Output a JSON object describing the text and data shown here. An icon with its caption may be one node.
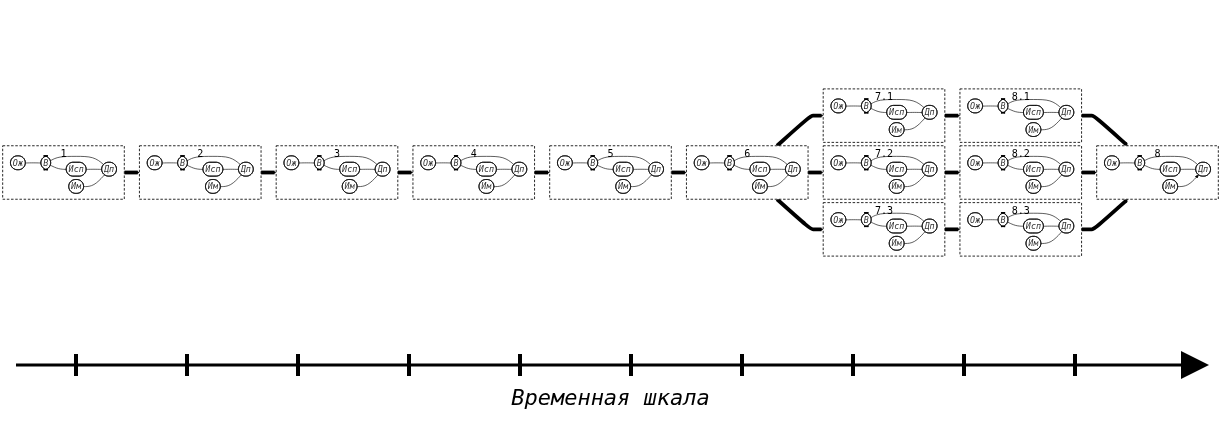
{
  "diagram": {
    "nodes": [
      {
        "text": [
          "1"
        ]
      },
      {
        "text": [
          "Ож"
        ],
        "in": 0
      },
      {
        "text": [
          "В"
        ],
        "in": 0
      },
      {
        "text": [
          "Исп"
        ],
        "in": 0
      },
      {
        "text": [
          "Им"
        ],
        "in": 0
      },
      {
        "text": [
          "Дп"
        ],
        "in": 0
      },
      {
        "text": [
          "2"
        ]
      },
      {
        "text": [
          "Ож"
        ],
        "in": 6
      },
      {
        "text": [
          "В"
        ],
        "in": 6
      },
      {
        "text": [
          "Исп"
        ],
        "in": 6
      },
      {
        "text": [
          "Им"
        ],
        "in": 6
      },
      {
        "text": [
          "Дп"
        ],
        "in": 6
      },
      {
        "text": [
          "3"
        ]
      },
      {
        "text": [
          "Ож"
        ],
        "in": 12
      },
      {
        "text": [
          "В"
        ],
        "in": 12
      },
      {
        "text": [
          "Исп"
        ],
        "in": 12
      },
      {
        "text": [
          "Им"
        ],
        "in": 12
      },
      {
        "text": [
          "Дп"
        ],
        "in": 12
      },
      {
        "text": [
          "4"
        ]
      },
      {
        "text": [
          "Ож"
        ],
        "in": 18
      },
      {
        "text": [
          "В"
        ],
        "in": 18
      },
      {
        "text": [
          "Исп"
        ],
        "in": 18
      },
      {
        "text": [
          "Им"
        ],
        "in": 18
      },
      {
        "text": [
          "Дп"
        ],
        "in": 18
      },
      {
        "text": [
          "5"
        ]
      },
      {
        "text": [
          "Ож"
        ],
        "in": 24
      },
      {
        "text": [
          "В"
        ],
        "in": 24
      },
      {
        "text": [
          "Исп"
        ],
        "in": 24
      },
      {
        "text": [
          "Им"
        ],
        "in": 24
      },
      {
        "text": [
          "Дп"
        ],
        "in": 24
      },
      {
        "text": [
          "6"
        ]
      },
      {
        "text": [
          "Ож"
        ],
        "in": 30
      },
      {
        "text": [
          "В"
        ],
        "in": 30
      },
      {
        "text": [
          "Исп"
        ],
        "in": 30
      },
      {
        "text": [
          "Им"
        ],
        "in": 30
      },
      {
        "text": [
          "Дп"
        ],
        "in": 30
      },
      {
        "text": [
          "7.1"
        ]
      },
      {
        "text": [
          "Ож"
        ],
        "in": 36
      },
      {
        "text": [
          "В"
        ],
        "in": 36
      },
      {
        "text": [
          "Исп"
        ],
        "in": 36
      },
      {
        "text": [
          "Им"
        ],
        "in": 36
      },
      {
        "text": [
          "Дп"
        ],
        "in": 36
      },
      {
        "text": [
          "8.1"
        ]
      },
      {
        "text": [
          "Ож"
        ],
        "in": 42
      },
      {
        "text": [
          "В"
        ],
        "in": 42
      },
      {
        "text": [
          "Исп"
        ],
        "in": 42
      },
      {
        "text": [
          "Им"
        ],
        "in": 42
      },
      {
        "text": [
          "Дп"
        ],
        "in": 42
      },
      {
        "text": [
          "7.2"
        ]
      },
      {
        "text": [
          "Ож"
        ],
        "in": 48
      },
      {
        "text": [
          "В"
        ],
        "in": 48
      },
      {
        "text": [
          "Исп"
        ],
        "in": 48
      },
      {
        "text": [
          "Им"
        ],
        "in": 48
      },
      {
        "text": [
          "Дп"
        ],
        "in": 48
      },
      {
        "text": [
          "8.2"
        ]
      },
      {
        "text": [
          "Ож"
        ],
        "in": 54
      },
      {
        "text": [
          "В"
        ],
        "in": 54
      },
      {
        "text": [
          "Исп"
        ],
        "in": 54
      },
      {
        "text": [
          "Им"
        ],
        "in": 54
      },
      {
        "text": [
          "Дп"
        ],
        "in": 54
      },
      {
        "text": [
          "8"
        ]
      },
      {
        "text": [
          "Ож"
        ],
        "in": 60
      },
      {
        "text": [
          "В"
        ],
        "in": 60
      },
      {
        "text": [
          "Исп"
        ],
        "in": 60
      },
      {
        "text": [
          "Им"
        ],
        "in": 60
      },
      {
        "text": [
          "Дп"
        ],
        "in": 60
      },
      {
        "text": [
          "7.3"
        ]
      },
      {
        "text": [
          "Ож"
        ],
        "in": 66
      },
      {
        "text": [
          "В"
        ],
        "in": 66
      },
      {
        "text": [
          "Исп"
        ],
        "in": 66
      },
      {
        "text": [
          "Им"
        ],
        "in": 66
      },
      {
        "text": [
          "Дп"
        ],
        "in": 66
      },
      {
        "text": [
          "8.3"
        ]
      },
      {
        "text": [
          "Ож"
        ],
        "in": 72
      },
      {
        "text": [
          "В"
        ],
        "in": 72
      },
      {
        "text": [
          "Исп"
        ],
        "in": 72
      },
      {
        "text": [
          "Им"
        ],
        "in": 72
      },
      {
        "text": [
          "Дп"
        ],
        "in": 72
      }
    ],
    "edges": [
      {
        "from": 1,
        "to": 2,
        "arrow": "none"
      },
      {
        "from": 2,
        "to": 3,
        "arrow": "none"
      },
      {
        "from": 2,
        "to": 5,
        "arrow": "none"
      },
      {
        "from": 3,
        "to": 5,
        "arrow": "none"
      },
      {
        "from": 4,
        "to": 5,
        "arrow": "none"
      },
      {
        "from": 7,
        "to": 8,
        "arrow": "none"
      },
      {
        "from": 8,
        "to": 9,
        "arrow": "none"
      },
      {
        "from": 8,
        "to": 11,
        "arrow": "none"
      },
      {
        "from": 9,
        "to": 11,
        "arrow": "none"
      },
      {
        "from": 10,
        "to": 11,
        "arrow": "none"
      },
      {
        "from": 13,
        "to": 14,
        "arrow": "none"
      },
      {
        "from": 14,
        "to": 15,
        "arrow": "none"
      },
      {
        "from": 14,
        "to": 17,
        "arrow": "none"
      },
      {
        "from": 15,
        "to": 17,
        "arrow": "none"
      },
      {
        "from": 16,
        "to": 17,
        "arrow": "none"
      },
      {
        "from": 19,
        "to": 20,
        "arrow": "none"
      },
      {
        "from": 20,
        "to": 21,
        "arrow": "none"
      },
      {
        "from": 20,
        "to": 23,
        "arrow": "none"
      },
      {
        "from": 21,
        "to": 23,
        "arrow": "none"
      },
      {
        "from": 22,
        "to": 23,
        "arrow": "none"
      },
      {
        "from": 25,
        "to": 26,
        "arrow": "none"
      },
      {
        "from": 26,
        "to": 27,
        "arrow": "none"
      },
      {
        "from": 26,
        "to": 29,
        "arrow": "none"
      },
      {
        "from": 27,
        "to": 29,
        "arrow": "none"
      },
      {
        "from": 28,
        "to": 29,
        "arrow": "none"
      },
      {
        "from": 31,
        "to": 32,
        "arrow": "none"
      },
      {
        "from": 32,
        "to": 33,
        "arrow": "none"
      },
      {
        "from": 32,
        "to": 35,
        "arrow": "none"
      },
      {
        "from": 33,
        "to": 35,
        "arrow": "none"
      },
      {
        "from": 34,
        "to": 35,
        "arrow": "none"
      },
      {
        "from": 37,
        "to": 38,
        "arrow": "none"
      },
      {
        "from": 38,
        "to": 39,
        "arrow": "none"
      },
      {
        "from": 38,
        "to": 41,
        "arrow": "none"
      },
      {
        "from": 39,
        "to": 41,
        "arrow": "none"
      },
      {
        "from": 40,
        "to": 41,
        "arrow": "none"
      },
      {
        "from": 43,
        "to": 44,
        "arrow": "none"
      },
      {
        "from": 44,
        "to": 45,
        "arrow": "none"
      },
      {
        "from": 44,
        "to": 47,
        "arrow": "none"
      },
      {
        "from": 45,
        "to": 47,
        "arrow": "none"
      },
      {
        "from": 46,
        "to": 47,
        "arrow": "none"
      },
      {
        "from": 49,
        "to": 50,
        "arrow": "none"
      },
      {
        "from": 50,
        "to": 51,
        "arrow": "none"
      },
      {
        "from": 50,
        "to": 53,
        "arrow": "none"
      },
      {
        "from": 51,
        "to": 53,
        "arrow": "none"
      },
      {
        "from": 52,
        "to": 53,
        "arrow": "none"
      },
      {
        "from": 55,
        "to": 56,
        "arrow": "none"
      },
      {
        "from": 56,
        "to": 57,
        "arrow": "none"
      },
      {
        "from": 56,
        "to": 59,
        "arrow": "none"
      },
      {
        "from": 57,
        "to": 59,
        "arrow": "none"
      },
      {
        "from": 58,
        "to": 59,
        "arrow": "none"
      },
      {
        "from": 61,
        "to": 62,
        "arrow": "none"
      },
      {
        "from": 62,
        "to": 63,
        "arrow": "none"
      },
      {
        "from": 62,
        "to": 65,
        "arrow": "none"
      },
      {
        "from": 63,
        "to": 65,
        "arrow": "none"
      },
      {
        "from": 64,
        "to": 65,
        "arrow": "to"
      },
      {
        "from": 67,
        "to": 68,
        "arrow": "none"
      },
      {
        "from": 68,
        "to": 69,
        "arrow": "none"
      },
      {
        "from": 68,
        "to": 71,
        "arrow": "none"
      },
      {
        "from": 69,
        "to": 71,
        "arrow": "none"
      },
      {
        "from": 70,
        "to": 71,
        "arrow": "none"
      },
      {
        "from": 73,
        "to": 74,
        "arrow": "none"
      },
      {
        "from": 74,
        "to": 75,
        "arrow": "none"
      },
      {
        "from": 74,
        "to": 77,
        "arrow": "none"
      },
      {
        "from": 75,
        "to": 77,
        "arrow": "none"
      },
      {
        "from": 76,
        "to": 77,
        "arrow": "none"
      },
      {
        "from": 0,
        "to": 6,
        "arrow": "to",
        "style": "thick"
      },
      {
        "from": 6,
        "to": 12,
        "arrow": "to",
        "style": "thick"
      },
      {
        "from": 12,
        "to": 18,
        "arrow": "to",
        "style": "thick"
      },
      {
        "from": 18,
        "to": 24,
        "arrow": "to",
        "style": "thick"
      },
      {
        "from": 24,
        "to": 30,
        "arrow": "to",
        "style": "thick"
      },
      {
        "from": 30,
        "to": 36,
        "arrow": "to",
        "style": "thick"
      },
      {
        "from": 30,
        "to": 48,
        "arrow": "to",
        "style": "thick"
      },
      {
        "from": 30,
        "to": 66,
        "arrow": "to",
        "style": "thick"
      },
      {
        "from": 36,
        "to": 42,
        "arrow": "to",
        "style": "thick"
      },
      {
        "from": 48,
        "to": 54,
        "arrow": "to",
        "style": "thick"
      },
      {
        "from": 66,
        "to": 72,
        "arrow": "to",
        "style": "thick"
      },
      {
        "from": 42,
        "to": 60,
        "arrow": "to",
        "style": "thick"
      },
      {
        "from": 54,
        "to": 60,
        "arrow": "to",
        "style": "thick"
      },
      {
        "from": 72,
        "to": 60,
        "arrow": "to",
        "style": "thick"
      }
    ],
    "labels": [
      "Временная шкала"
    ]
  }
}
